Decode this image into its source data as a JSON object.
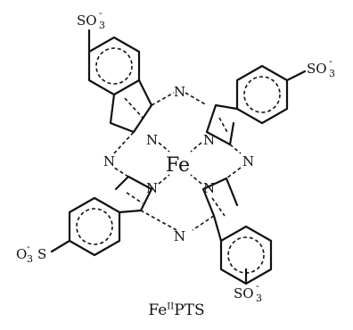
{
  "diagram": {
    "center_atom": "Fe",
    "ring_nitrogen": "N",
    "substituent": {
      "so3_left": "O",
      "so3_right": "S"
    },
    "so3_label": {
      "main": "SO",
      "sub": "3",
      "sup": "-"
    },
    "caption": {
      "prefix": "Fe",
      "oxidation": "II",
      "suffix": "PTS"
    }
  }
}
